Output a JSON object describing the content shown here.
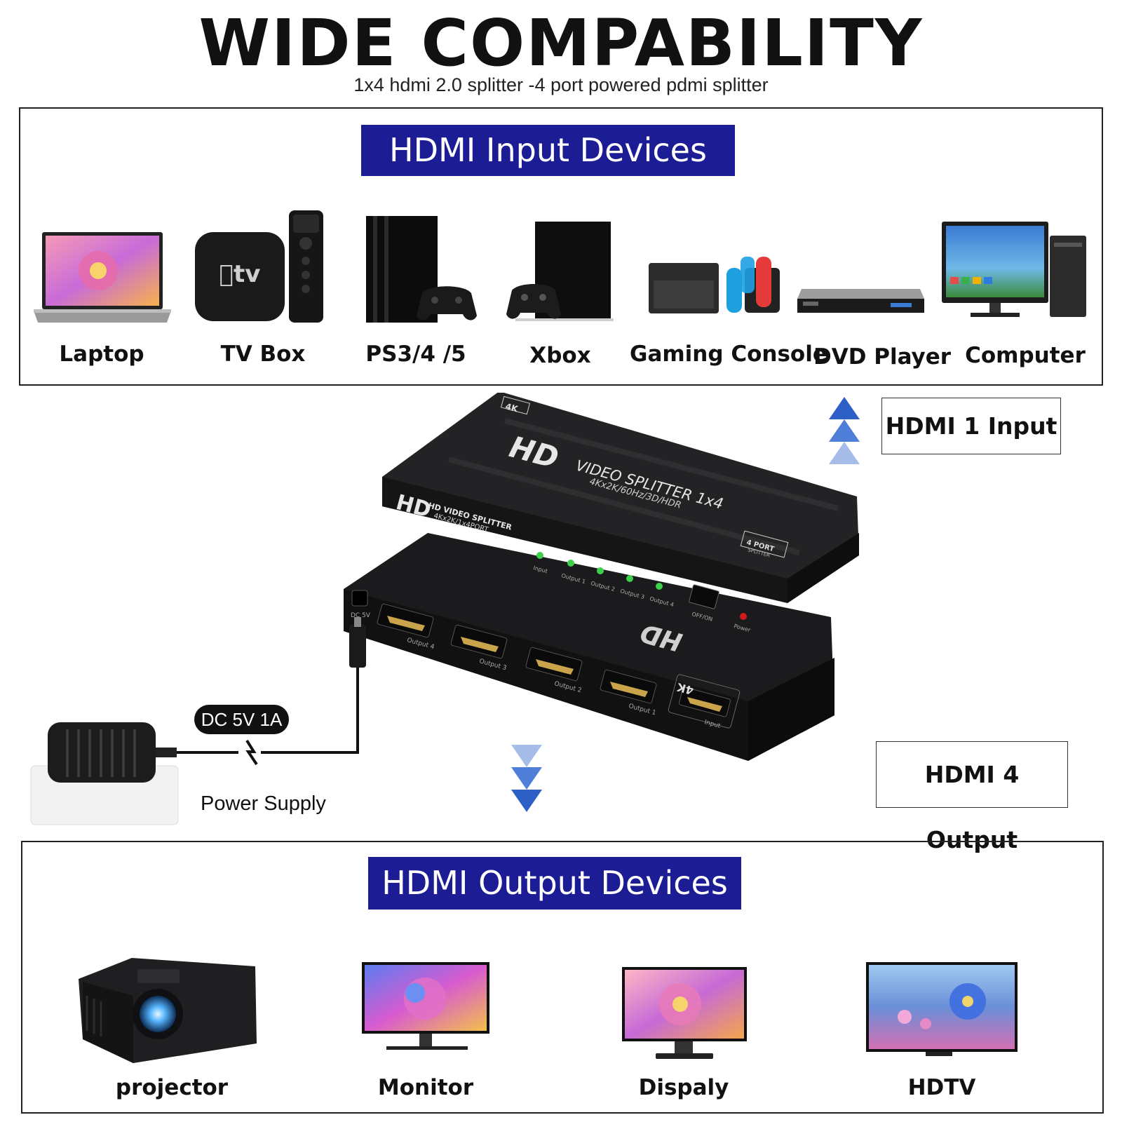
{
  "header": {
    "title": "WIDE COMPABILITY",
    "subtitle": "1x4  hdmi 2.0 splitter -4 port  powered pdmi splitter"
  },
  "input_section": {
    "banner": "HDMI  Input Devices",
    "devices": [
      {
        "label": "Laptop",
        "icon": "laptop-icon"
      },
      {
        "label": "TV Box",
        "icon": "tv-box-icon"
      },
      {
        "label": "PS3/4 /5",
        "icon": "playstation-icon"
      },
      {
        "label": "Xbox",
        "icon": "xbox-icon"
      },
      {
        "label": "Gaming Console",
        "icon": "gaming-console-icon"
      },
      {
        "label": "DVD Player",
        "icon": "dvd-player-icon"
      },
      {
        "label": "Computer",
        "icon": "computer-icon"
      }
    ]
  },
  "splitter": {
    "top_brand": "HD",
    "top_title": "VIDEO SPLITTER 1x4",
    "top_spec": "4Kx2K/60Hz/3D/HDR",
    "badge_4k": "4K",
    "badge_4port": "4 PORT",
    "badge_4port_sub": "SPLITTER",
    "side_brand": "HD",
    "side_title": "HD VIDEO SPLITTER",
    "side_spec": "4Kx2K/1x4PORT",
    "leds": [
      "Input",
      "Output 1",
      "Output 2",
      "Output 3",
      "Output 4"
    ],
    "switch_label": "OFF/ON",
    "power_led_label": "Power",
    "dc_label": "DC 5V",
    "ports": [
      "Output 4",
      "Output 3",
      "Output 2",
      "Output 1",
      "Input"
    ]
  },
  "callouts": {
    "input": "HDMI 1 Input",
    "output": "HDMI 4 Output"
  },
  "power": {
    "badge": "DC 5V 1A",
    "label": "Power Supply"
  },
  "output_section": {
    "banner": "HDMI  Output Devices",
    "devices": [
      {
        "label": "projector",
        "icon": "projector-icon"
      },
      {
        "label": "Monitor",
        "icon": "monitor-icon"
      },
      {
        "label": "Dispaly",
        "icon": "display-icon"
      },
      {
        "label": "HDTV",
        "icon": "hdtv-icon"
      }
    ]
  },
  "colors": {
    "banner": "#1c1d94",
    "arrow": "#2d5fc7",
    "device_body": "#1d1d1f"
  }
}
